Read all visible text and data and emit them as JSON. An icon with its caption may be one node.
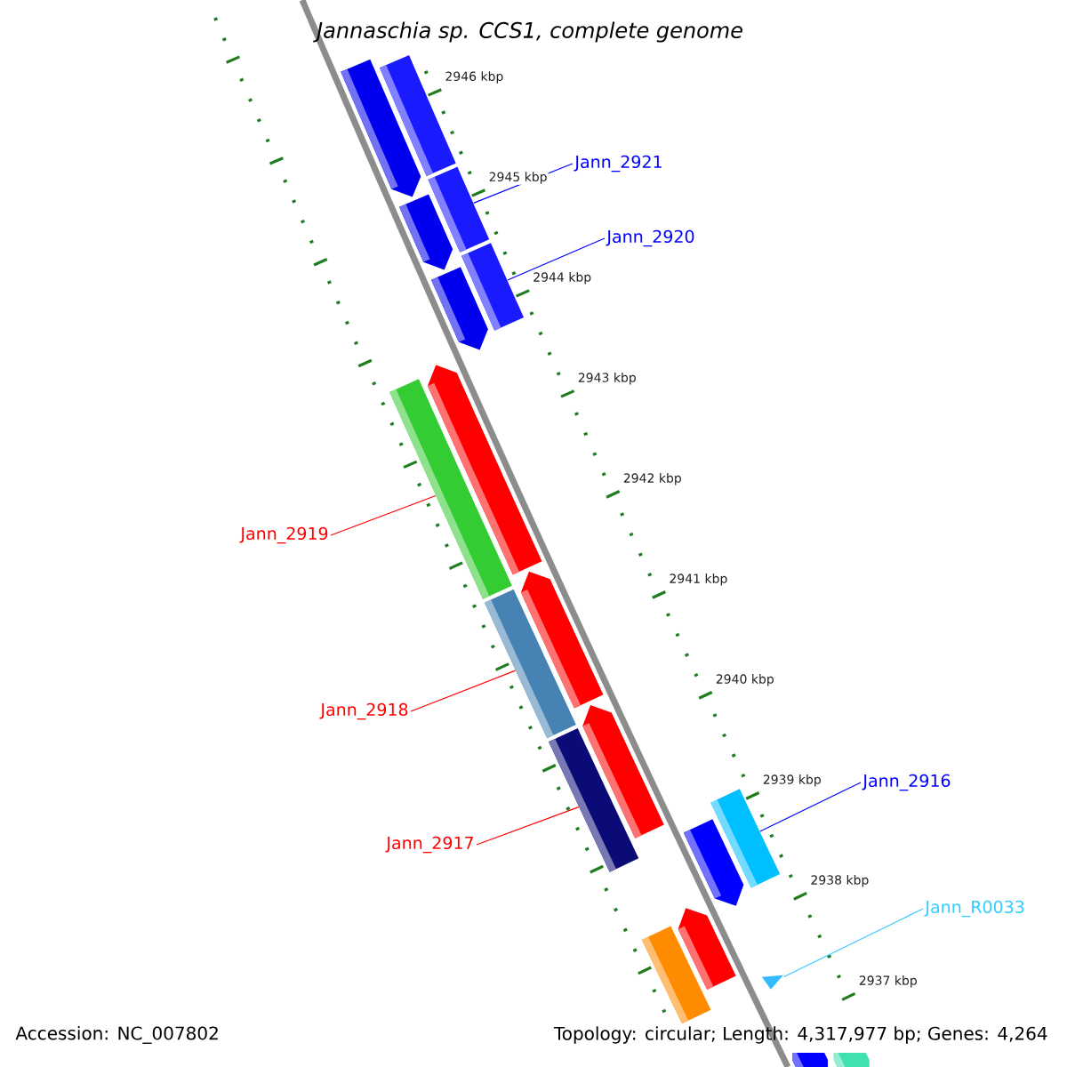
{
  "diagram": {
    "title": "Jannaschia sp. CCS1, complete genome",
    "nodes": [
      {
        "text": [],
        "shape": "pentagon"
      },
      {
        "text": [],
        "shape": "pentagon"
      },
      {
        "text": [],
        "shape": "pentagon"
      },
      {
        "text": [],
        "shape": "bar"
      },
      {
        "text": [],
        "shape": "bar"
      },
      {
        "text": [],
        "shape": "bar"
      },
      {
        "text": [
          "Jann_2921"
        ]
      },
      {
        "text": [
          "Jann_2920"
        ]
      },
      {
        "text": [],
        "shape": "pentagon"
      },
      {
        "text": [],
        "shape": "bar"
      },
      {
        "text": [],
        "shape": "pentagon"
      },
      {
        "text": [],
        "shape": "bar"
      },
      {
        "text": [],
        "shape": "pentagon"
      },
      {
        "text": [],
        "shape": "bar"
      },
      {
        "text": [
          "Jann_2919"
        ]
      },
      {
        "text": [
          "Jann_2918"
        ]
      },
      {
        "text": [
          "Jann_2917"
        ]
      },
      {
        "text": [],
        "shape": "pentagon"
      },
      {
        "text": [],
        "shape": "bar"
      },
      {
        "text": [
          "Jann_2916"
        ]
      },
      {
        "text": [],
        "shape": "triangle"
      },
      {
        "text": [
          "Jann_R0033"
        ]
      },
      {
        "text": [],
        "shape": "bar"
      },
      {
        "text": [],
        "shape": "pentagon"
      },
      {
        "text": [],
        "shape": "pentagon"
      },
      {
        "text": [],
        "shape": "bar"
      }
    ],
    "edges": [
      {
        "from": 6,
        "to": 4,
        "arrow": "none",
        "color": "#0000ff"
      },
      {
        "from": 7,
        "to": 5,
        "arrow": "none",
        "color": "#0000ff"
      },
      {
        "from": 14,
        "to": 9,
        "arrow": "none",
        "color": "#ff0000"
      },
      {
        "from": 15,
        "to": 11,
        "arrow": "none",
        "color": "#ff0000"
      },
      {
        "from": 16,
        "to": 13,
        "arrow": "none",
        "color": "#ff0000"
      },
      {
        "from": 19,
        "to": 18,
        "arrow": "none",
        "color": "#0000ff"
      },
      {
        "from": 21,
        "to": 20,
        "arrow": "none",
        "color": "#33ccff"
      }
    ],
    "labels": [
      "2946 kbp",
      "2945 kbp",
      "2944 kbp",
      "2943 kbp",
      "2942 kbp",
      "2941 kbp",
      "2940 kbp",
      "2939 kbp",
      "2938 kbp",
      "2937 kbp",
      "Accession: NC_007802",
      "Topology: circular; Length: 4,317,977 bp; Genes: 4,264"
    ]
  }
}
